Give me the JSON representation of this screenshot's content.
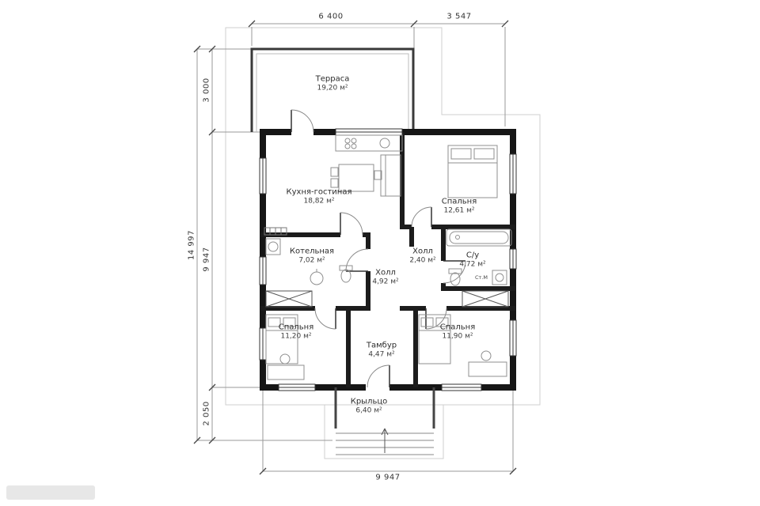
{
  "plan": {
    "type": "single-storey house floor plan"
  },
  "rooms": [
    {
      "name": "Терраса",
      "area": "19,20 м²"
    },
    {
      "name": "Кухня-гостиная",
      "area": "18,82 м²"
    },
    {
      "name": "Спальня",
      "area": "12,61 м²"
    },
    {
      "name": "Котельная",
      "area": "7,02 м²"
    },
    {
      "name": "Холл",
      "area": "4,92 м²"
    },
    {
      "name": "Холл",
      "area": "2,40 м²"
    },
    {
      "name": "С/у",
      "area": "4,72 м²"
    },
    {
      "name": "Спальня",
      "area": "11,20 м²"
    },
    {
      "name": "Тамбур",
      "area": "4,47 м²"
    },
    {
      "name": "Спальня",
      "area": "11,90 м²"
    },
    {
      "name": "Крыльцо",
      "area": "6,40 м²"
    }
  ],
  "labels": {
    "washing_machine": "Ст.М"
  },
  "dimensions": {
    "top": [
      "6 400",
      "3 547"
    ],
    "left": [
      "3 000",
      "14 997",
      "9 947",
      "2 050"
    ],
    "bottom": [
      "9 947"
    ]
  },
  "colors": {
    "wall": "#161616",
    "interior_wall": "#1c1c1c",
    "roof_outline": "#cfcfcf",
    "dimension_line": "#9a9a9a",
    "furniture": "#8f8f8f"
  }
}
